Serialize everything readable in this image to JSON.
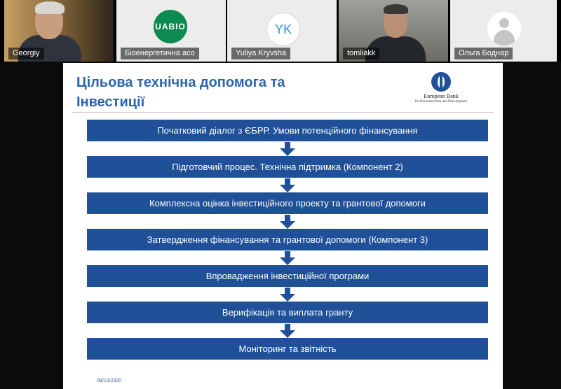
{
  "participants": [
    {
      "name": "Georgiy"
    },
    {
      "name": "Біоенергетична асо",
      "avatar_text": "UABIO",
      "avatar_color": "#0d8a4f"
    },
    {
      "name": "Yuliya Kryvsha",
      "avatar_text": "YK",
      "avatar_color": "#2a93d5"
    },
    {
      "name": "tomliakk"
    },
    {
      "name": "Ольга Боднар"
    }
  ],
  "slide": {
    "title_line1": "Цільова технічна допомога та",
    "title_line2": "Інвестиції",
    "logo": {
      "bank_name": "European Bank",
      "subtitle": "for Reconstruction and Development",
      "icon": "ebrd-logo-icon"
    },
    "steps": [
      "Початковий діалог з ЄБРР. Умови потенційного фінансування",
      "Підготовчий процес. Технічна підтримка (Компонент 2)",
      "Комплексна оцінка інвестиційного проекту та грантової допомоги",
      "Затвердження фінансування та грантової допомоги (Компонент 3)",
      "Впровадження інвестиційної програми",
      "Верифікація та виплата гранту",
      "Моніторинг та звітність"
    ],
    "date": "08/10/2020"
  },
  "colors": {
    "step_fill": "#1f5098",
    "title_color": "#2c64ad",
    "arrow_fill": "#1f5098"
  }
}
